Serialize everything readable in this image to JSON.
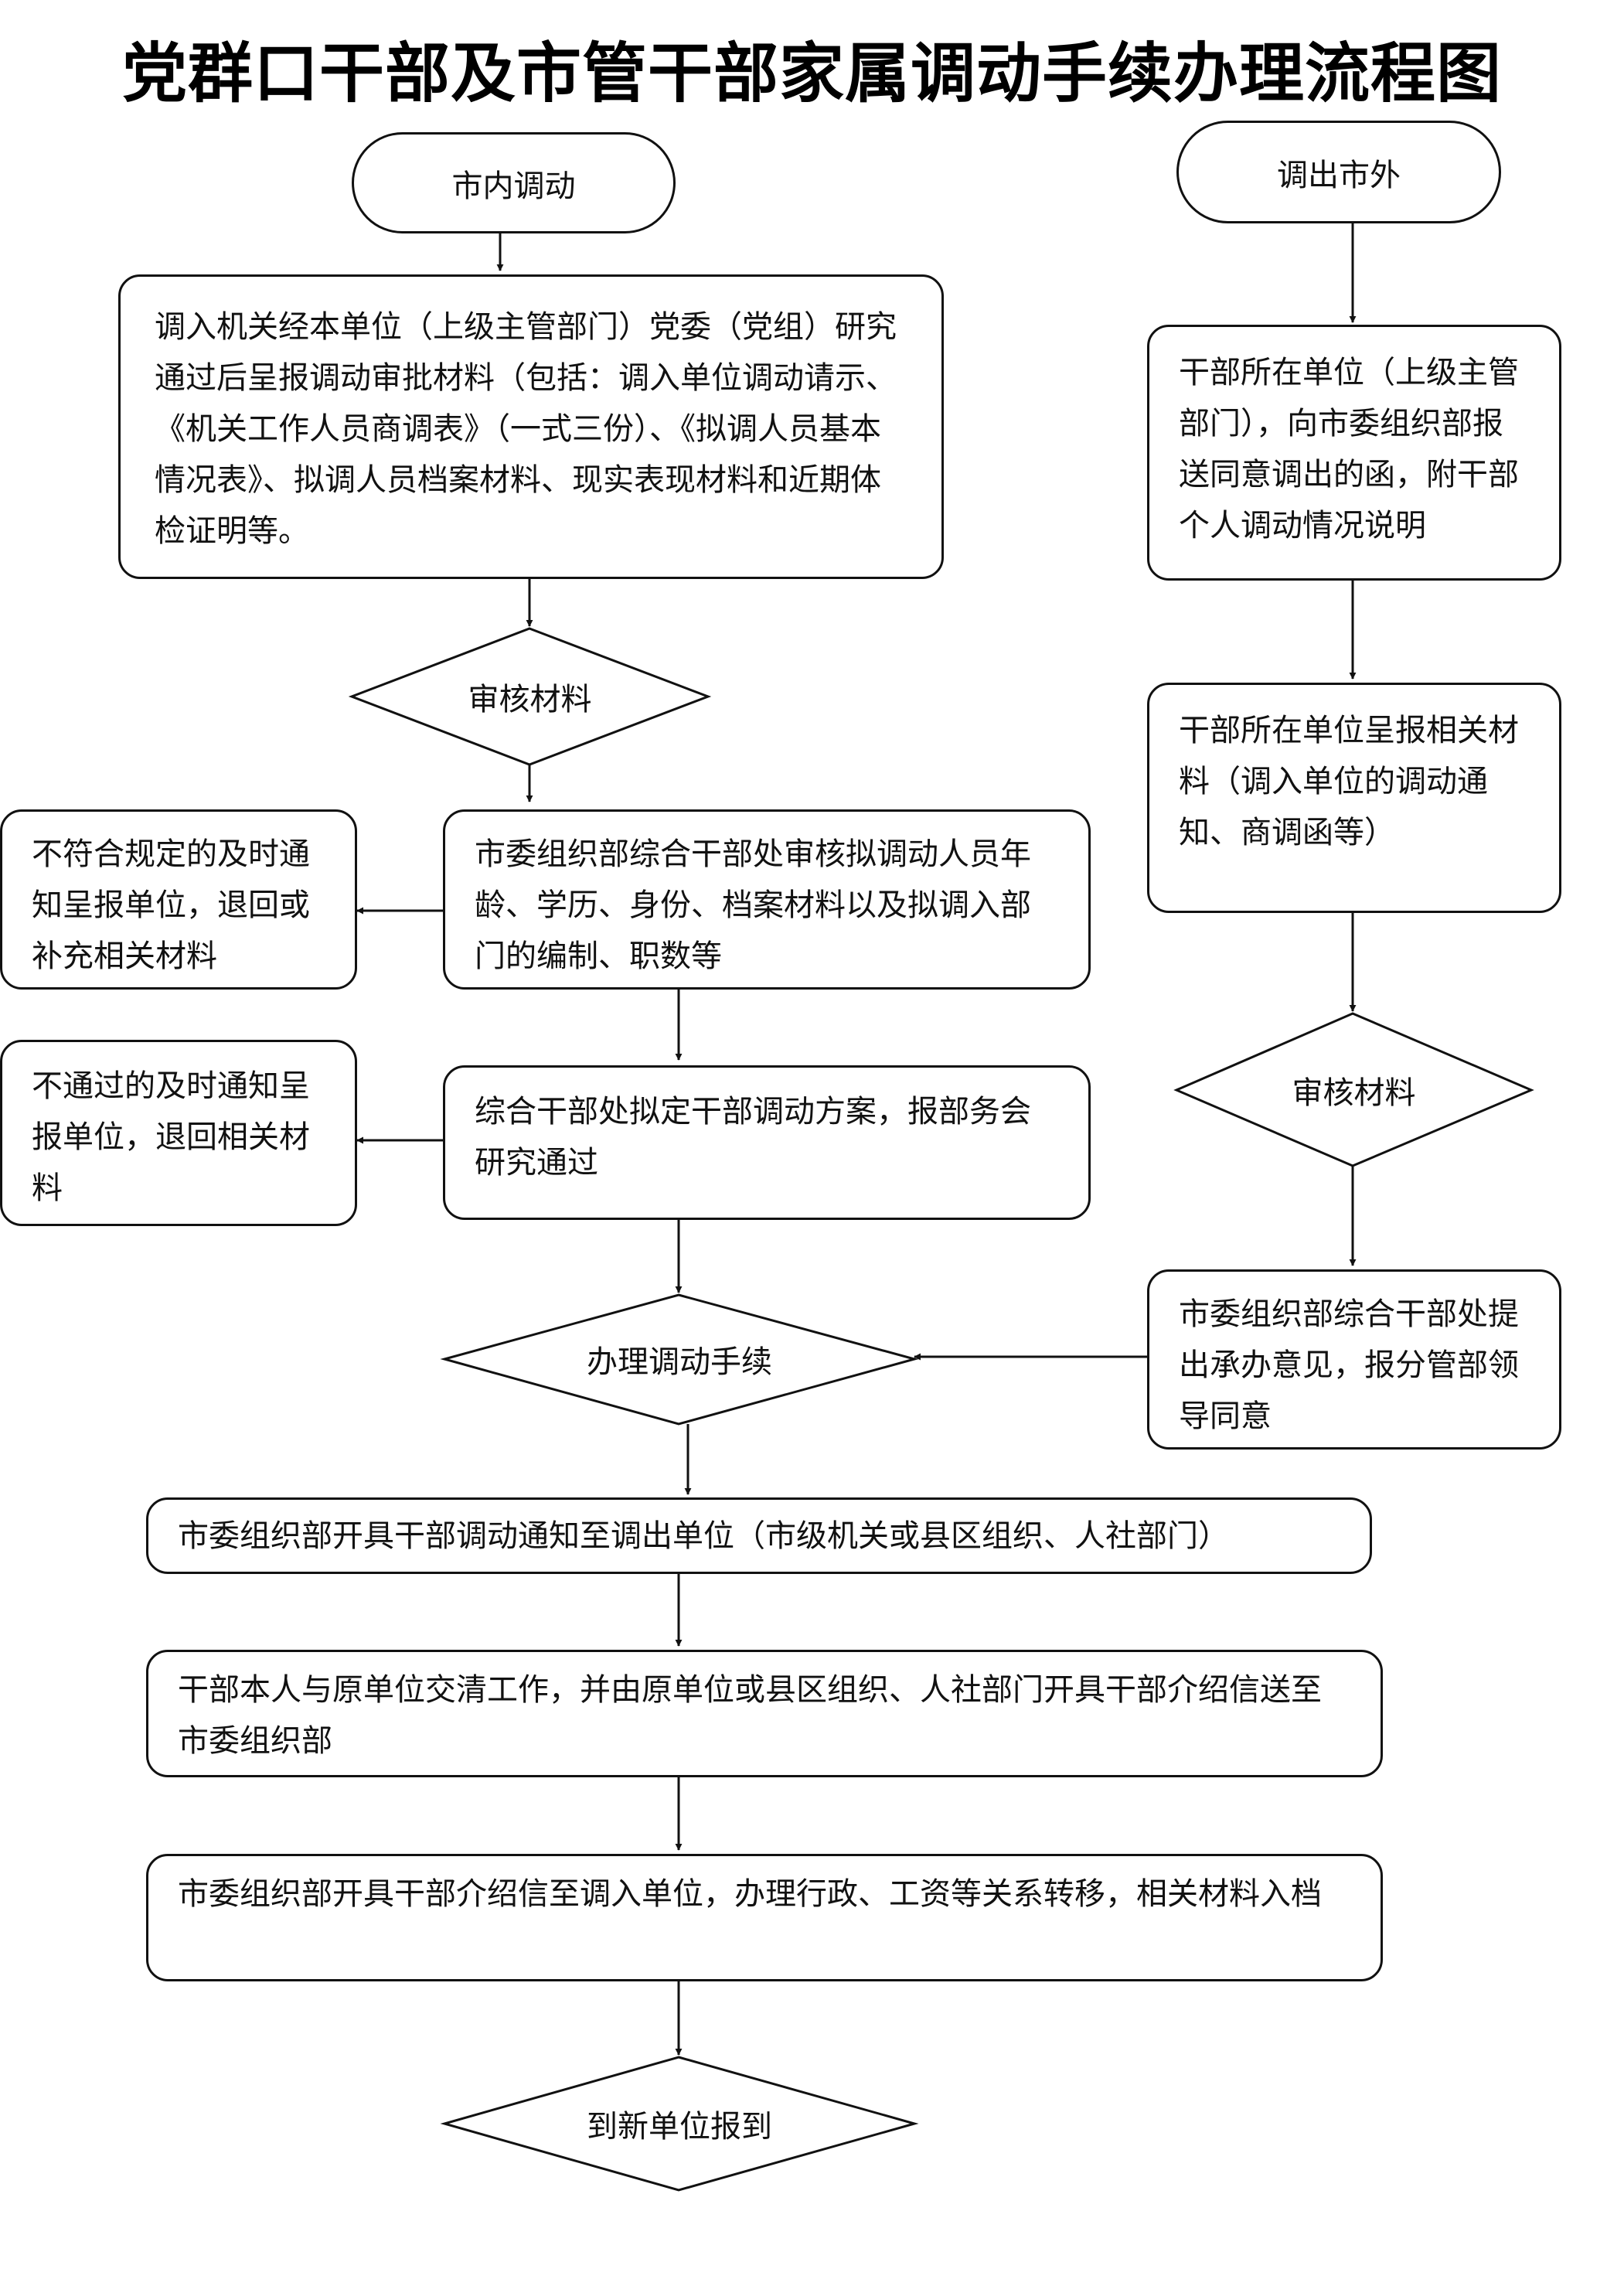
{
  "title": "党群口干部及市管干部家属调动手续办理流程图",
  "start_internal": "市内调动",
  "start_external": "调出市外",
  "step_submit": "调入机关经本单位（上级主管部门）党委（党组）研究通过后呈报调动审批材料（包括：调入单位调动请示、《机关工作人员商调表》（一式三份）、《拟调人员基本情况表》、拟调人员档案材料、现实表现材料和近期体检证明等。",
  "review_left": "审核材料",
  "step_check": "市委组织部综合干部处审核拟调动人员年龄、学历、身份、档案材料以及拟调入部门的编制、职数等",
  "reject_check": "不符合规定的及时通知呈报单位，退回或补充相关材料",
  "step_plan": "综合干部处拟定干部调动方案，报部务会研究通过",
  "reject_plan": "不通过的及时通知呈报单位，退回相关材料",
  "handle": "办理调动手续",
  "ext_step1": "干部所在单位（上级主管部门），向市委组织部报送同意调出的函，附干部个人调动情况说明",
  "ext_step2": "干部所在单位呈报相关材料（调入单位的调动通知、商调函等）",
  "review_right": "审核材料",
  "ext_step3": "市委组织部综合干部处提出承办意见，报分管部领导同意",
  "notice": "市委组织部开具干部调动通知至调出单位（市级机关或县区组织、人社部门）",
  "handover": "干部本人与原单位交清工作，并由原单位或县区组织、人社部门开具干部介绍信送至市委组织部",
  "transfer": "市委组织部开具干部介绍信至调入单位，办理行政、工资等关系转移，相关材料入档",
  "report": "到新单位报到"
}
